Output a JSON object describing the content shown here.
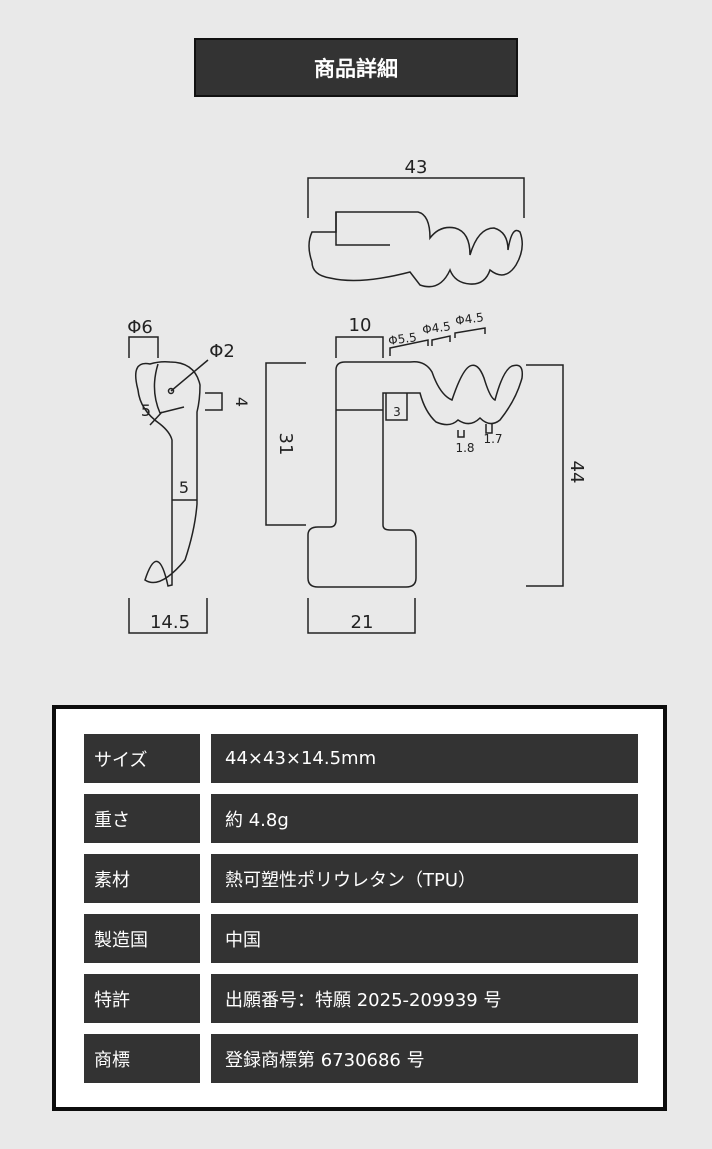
{
  "header": {
    "title": "商品詳細"
  },
  "dimensions": {
    "top_width": "43",
    "side_head_diameter": "Φ6",
    "side_hole_diameter": "Φ2",
    "side_neck": "5",
    "side_thickness": "4",
    "side_shaft": "5",
    "side_width": "14.5",
    "front_top": "10",
    "coil_1": "Φ5.5",
    "coil_2": "Φ4.5",
    "coil_3": "Φ4.5",
    "front_height": "31",
    "front_step": "3",
    "gap_1": "1.8",
    "gap_2": "1.7",
    "total_height": "44",
    "base_width": "21"
  },
  "specs": [
    {
      "label": "サイズ",
      "value": "44×43×14.5mm"
    },
    {
      "label": "重さ",
      "value": "約 4.8g"
    },
    {
      "label": "素材",
      "value": "熱可塑性ポリウレタン（TPU）"
    },
    {
      "label": "製造国",
      "value": "中国"
    },
    {
      "label": "特許",
      "value": "出願番号：特願 2025-209939 号"
    },
    {
      "label": "商標",
      "value": "登録商標第 6730686 号"
    }
  ]
}
